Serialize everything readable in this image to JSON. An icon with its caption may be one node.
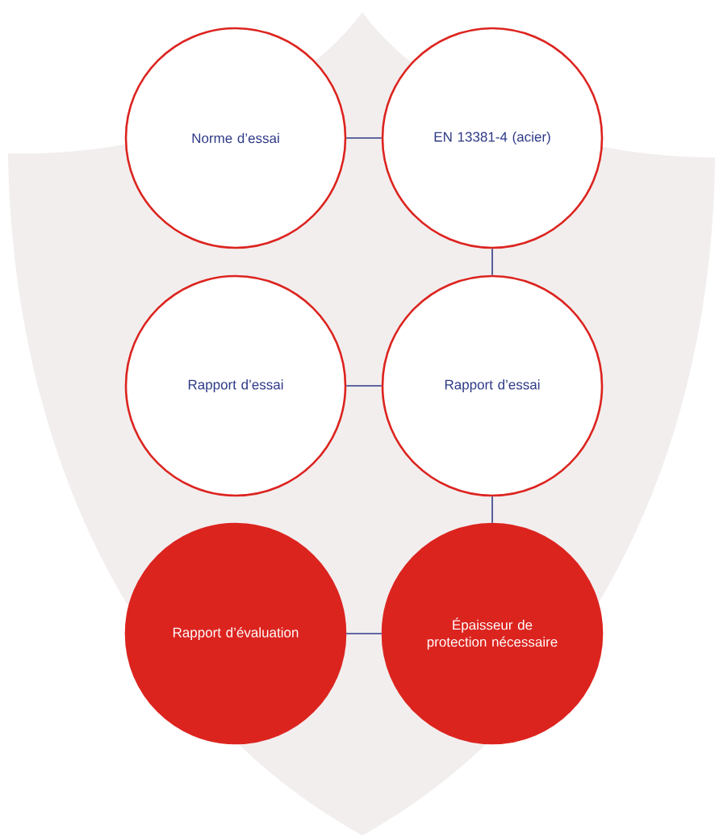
{
  "diagram": {
    "nodes": [
      {
        "text": [
          "Norme d’essai"
        ]
      },
      {
        "text": [
          "EN 13381-4 (acier)"
        ]
      },
      {
        "text": [
          "Rapport d’essai"
        ]
      },
      {
        "text": [
          "Rapport d’essai"
        ]
      },
      {
        "text": [
          "Rapport d’évaluation"
        ]
      },
      {
        "text": [
          "Épaisseur de protection nécessaire"
        ]
      }
    ],
    "edges": [
      {
        "from": 0,
        "to": 1,
        "arrow": "none"
      },
      {
        "from": 1,
        "to": 3,
        "arrow": "none"
      },
      {
        "from": 2,
        "to": 3,
        "arrow": "none"
      },
      {
        "from": 3,
        "to": 5,
        "arrow": "none"
      },
      {
        "from": 4,
        "to": 5,
        "arrow": "none"
      }
    ]
  }
}
